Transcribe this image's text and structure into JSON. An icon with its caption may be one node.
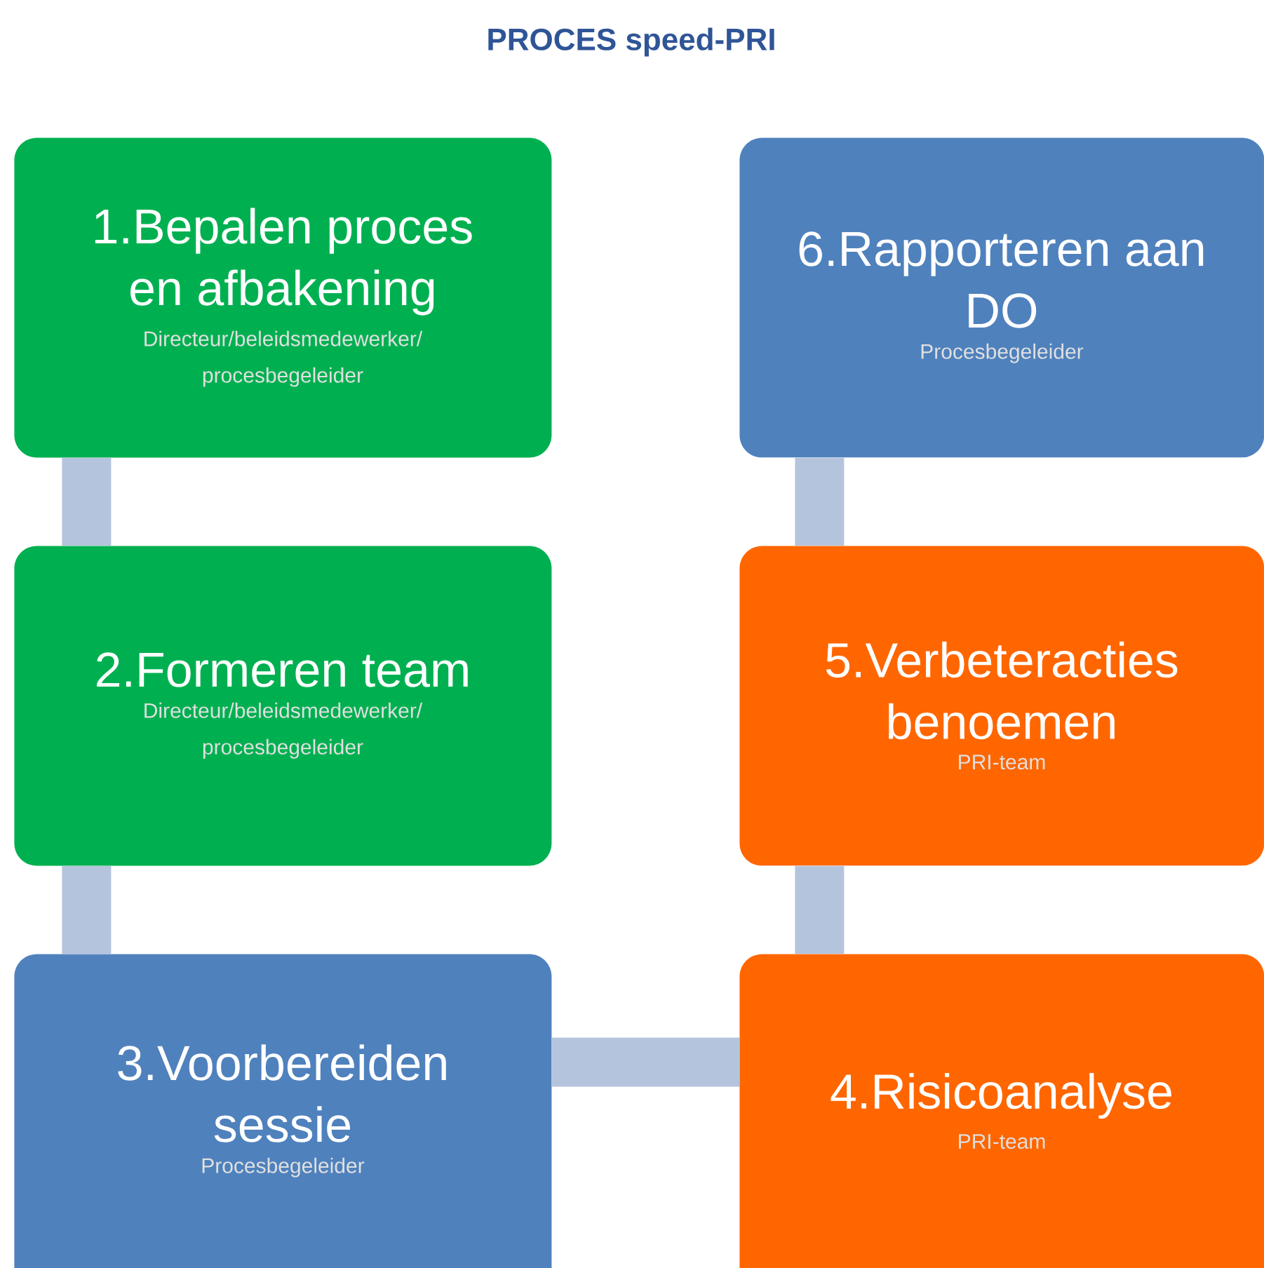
{
  "diagram": {
    "title": "PROCES speed-PRI",
    "nodes": [
      {
        "text": [
          "1.Bepalen proces en afbakening",
          "Directeur/beleidsmedewerker/ procesbegeleider"
        ]
      },
      {
        "text": [
          "2.Formeren team",
          "Directeur/beleidsmedewerker/ procesbegeleider"
        ]
      },
      {
        "text": [
          "3.Voorbereiden sessie",
          "Procesbegeleider"
        ]
      },
      {
        "text": [
          "4.Risicoanalyse",
          "PRI-team"
        ]
      },
      {
        "text": [
          "5.Verbeteracties benoemen",
          "PRI-team"
        ]
      },
      {
        "text": [
          "6.Rapporteren aan DO",
          "Procesbegeleider"
        ]
      }
    ],
    "edges": [
      {
        "from": 0,
        "to": 1,
        "arrow": "none"
      },
      {
        "from": 1,
        "to": 2,
        "arrow": "none"
      },
      {
        "from": 2,
        "to": 3,
        "arrow": "none"
      },
      {
        "from": 3,
        "to": 4,
        "arrow": "none"
      },
      {
        "from": 4,
        "to": 5,
        "arrow": "none"
      }
    ]
  }
}
